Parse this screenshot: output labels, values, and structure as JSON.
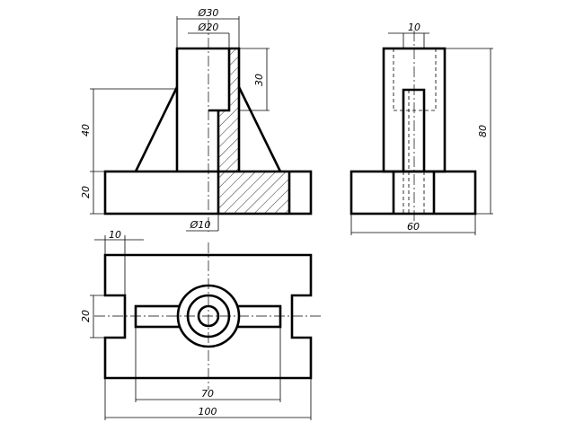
{
  "dimensions": {
    "front_dia_outer": "Ø30",
    "front_dia_inner": "Ø20",
    "front_height_bore": "30",
    "front_height_rib": "40",
    "front_height_base": "20",
    "front_dia_hole": "Ø10",
    "side_top_width": "10",
    "side_height": "80",
    "side_width": "60",
    "top_slot_offset": "10",
    "top_slot_width": "20",
    "top_slot_length": "70",
    "top_overall_length": "100"
  }
}
